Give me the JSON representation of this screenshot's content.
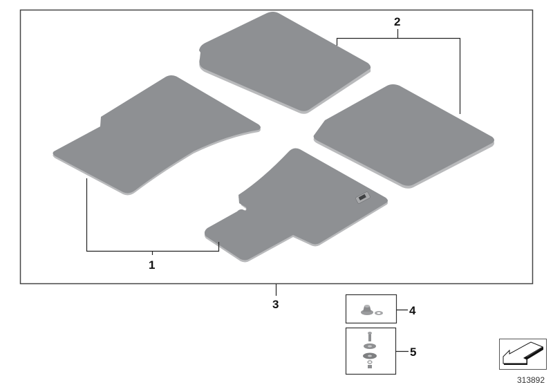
{
  "diagram": {
    "type": "parts-exploded-view",
    "subject": "Floor mats set",
    "colors": {
      "mat_fill": "#8e9093",
      "mat_edge": "#b9babc",
      "line": "#333333",
      "background": "#ffffff"
    },
    "callouts": [
      {
        "id": "1",
        "label": "1",
        "target": "front floor mats (driver + passenger)"
      },
      {
        "id": "2",
        "label": "2",
        "target": "rear floor mats (left + right)"
      },
      {
        "id": "3",
        "label": "3",
        "target": "complete floor mat set"
      },
      {
        "id": "4",
        "label": "4",
        "target": "mat fastener with washer"
      },
      {
        "id": "5",
        "label": "5",
        "target": "mat fastener kit (bolt, discs, nut)"
      }
    ],
    "reference_number": "313892",
    "nav_icon": "back-arrow-icon"
  }
}
